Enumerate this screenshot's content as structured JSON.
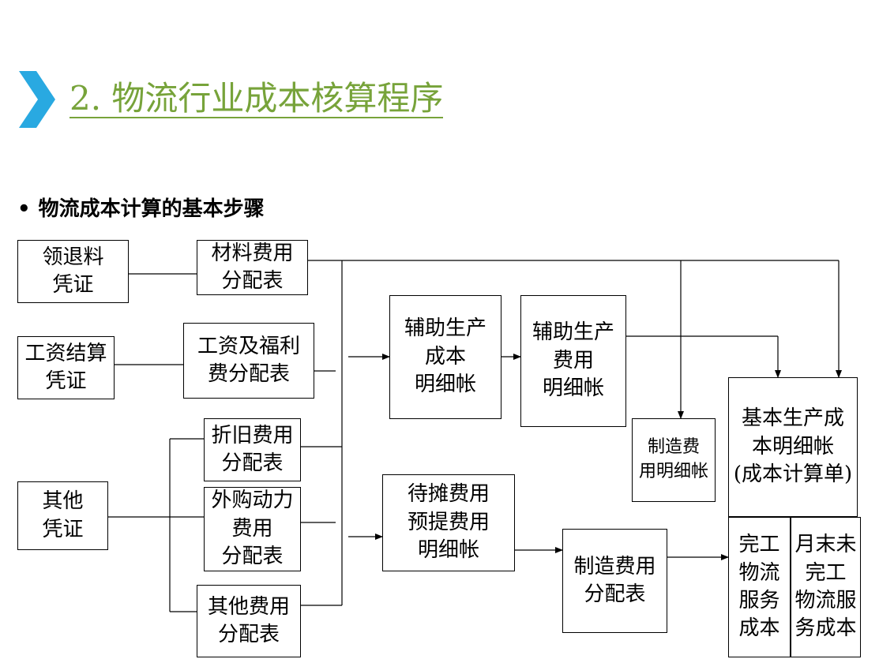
{
  "slide": {
    "title": "2. 物流行业成本核算程序",
    "bullet": "物流成本计算的基本步骤",
    "accent_color": "#77a33a",
    "chevron_color": "#29a9e1",
    "chevron_icon": "chevron-right-icon"
  },
  "diagram": {
    "lingtuiliao": "领退料\n凭证",
    "gongzi_voucher": "工资结算\n凭证",
    "qita_voucher": "其他\n凭证",
    "cailiao": "材料费用\n分配表",
    "gongzi_fenpei": "工资及福利\n费分配表",
    "zhejiu": "折旧费用\n分配表",
    "waigou": "外购动力\n费用\n分配表",
    "qita_fenpei": "其他费用\n分配表",
    "fuzhu_chengben": "辅助生产\n成本\n明细帐",
    "fuzhu_feiyong": "辅助生产\n费用\n明细帐",
    "zhizao_mingxi": "制造费\n用明细帐",
    "jiben": "基本生产成\n本明细帐\n(成本计算单)",
    "daitan": "待摊费用\n预提费用\n明细帐",
    "zhizao_fenpei": "制造费用\n分配表",
    "wangong": "完工\n物流\n服务\n成本",
    "yuemo": "月末未\n完工\n物流服\n务成本"
  }
}
